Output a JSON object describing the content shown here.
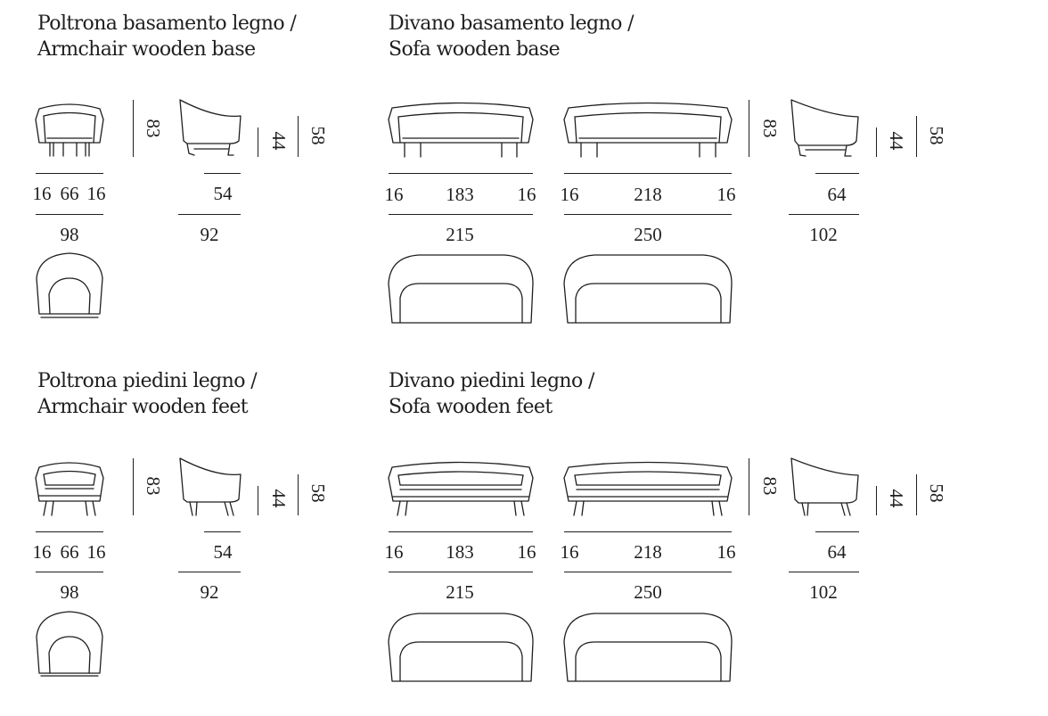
{
  "sections": {
    "armchair_base": {
      "title_it": "Poltrona basamento legno /",
      "title_en": "Armchair wooden base",
      "front_widths": [
        "16",
        "66",
        "16"
      ],
      "total_width": "98",
      "height": "83",
      "side_depth": "54",
      "total_depth": "92",
      "seat_height": "44",
      "arm_height": "58"
    },
    "sofa_base": {
      "title_it": "Divano basamento legno /",
      "title_en": "Sofa wooden base",
      "sofa_small": {
        "arm_left": "16",
        "seat": "183",
        "arm_right": "16",
        "total": "215"
      },
      "sofa_large": {
        "arm_left": "16",
        "seat": "218",
        "arm_right": "16",
        "total": "250"
      },
      "height": "83",
      "side_depth": "64",
      "total_depth": "102",
      "seat_height": "44",
      "arm_height": "58"
    },
    "armchair_feet": {
      "title_it": "Poltrona piedini legno /",
      "title_en": "Armchair wooden feet",
      "front_widths": [
        "16",
        "66",
        "16"
      ],
      "total_width": "98",
      "height": "83",
      "side_depth": "54",
      "total_depth": "92",
      "seat_height": "44",
      "arm_height": "58"
    },
    "sofa_feet": {
      "title_it": "Divano piedini legno /",
      "title_en": "Sofa wooden feet",
      "sofa_small": {
        "arm_left": "16",
        "seat": "183",
        "arm_right": "16",
        "total": "215"
      },
      "sofa_large": {
        "arm_left": "16",
        "seat": "218",
        "arm_right": "16",
        "total": "250"
      },
      "height": "83",
      "side_depth": "64",
      "total_depth": "102",
      "seat_height": "44",
      "arm_height": "58"
    }
  },
  "colors": {
    "ink": "#1f1f1f",
    "background": "#ffffff"
  }
}
